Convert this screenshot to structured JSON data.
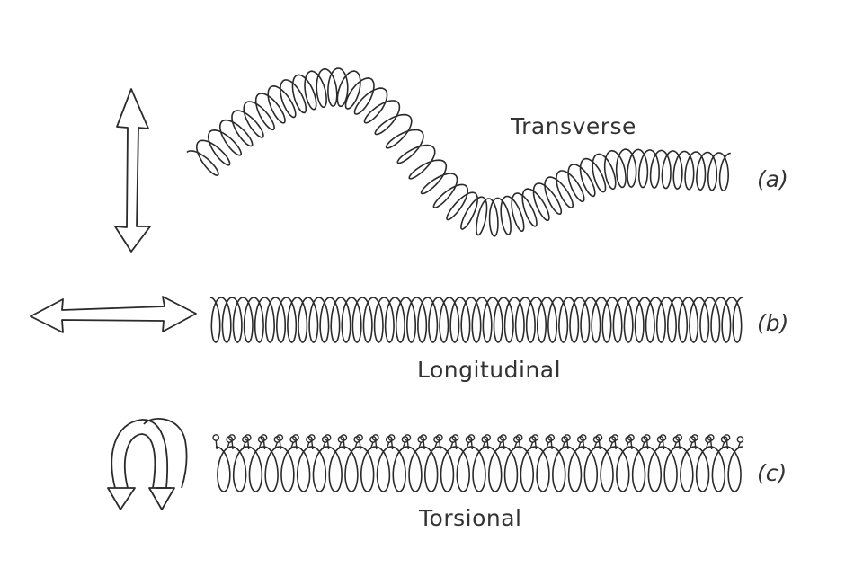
{
  "figure": {
    "rows": [
      {
        "id": "a",
        "tag": "(a)",
        "name": "Transverse"
      },
      {
        "id": "b",
        "tag": "(b)",
        "name": "Longitudinal"
      },
      {
        "id": "c",
        "tag": "(c)",
        "name": "Torsional"
      }
    ]
  },
  "colors": {
    "stroke": "#2a2a2a",
    "text": "#333333",
    "background": "#ffffff"
  },
  "icons": {
    "vertical": "double-headed-vertical-arrow-icon",
    "horizontal": "double-headed-horizontal-arrow-icon",
    "torsional": "curved-twist-arrows-icon"
  }
}
